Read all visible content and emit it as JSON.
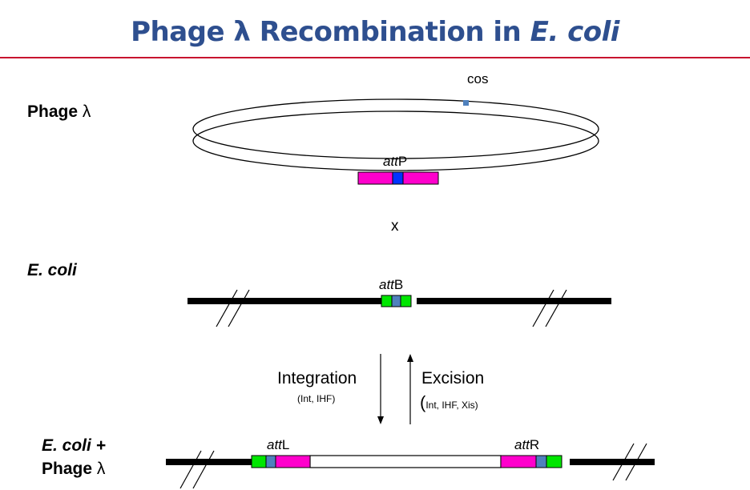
{
  "title": {
    "prefix": "Phage ",
    "lambda": "λ",
    "middle": " Recombination in ",
    "italic": "E. coli"
  },
  "labels": {
    "phage": {
      "text": "Phage ",
      "lambda": "λ"
    },
    "ecoli": "E. coli",
    "ecoli_phage_line1": "E. coli +",
    "ecoli_phage_line2_text": "Phage ",
    "ecoli_phage_line2_lambda": "λ"
  },
  "sites": {
    "cos": "cos",
    "attP": {
      "italic": "att",
      "letter": "P"
    },
    "attB": {
      "italic": "att",
      "letter": "B"
    },
    "attL": {
      "italic": "att",
      "letter": "L"
    },
    "attR": {
      "italic": "att",
      "letter": "R"
    }
  },
  "cross": "x",
  "integration": {
    "label": "Integration",
    "factors": "(Int, IHF)"
  },
  "excision": {
    "label": "Excision",
    "paren": "(",
    "factors": "Int, IHF, Xis)"
  },
  "colors": {
    "title": "#2e4f8f",
    "rule": "#c8102e",
    "magenta": "#ff00cc",
    "blue_core": "#0033ff",
    "steel_core": "#4f81bd",
    "green": "#00e600",
    "cos_marker": "#4f81bd"
  }
}
